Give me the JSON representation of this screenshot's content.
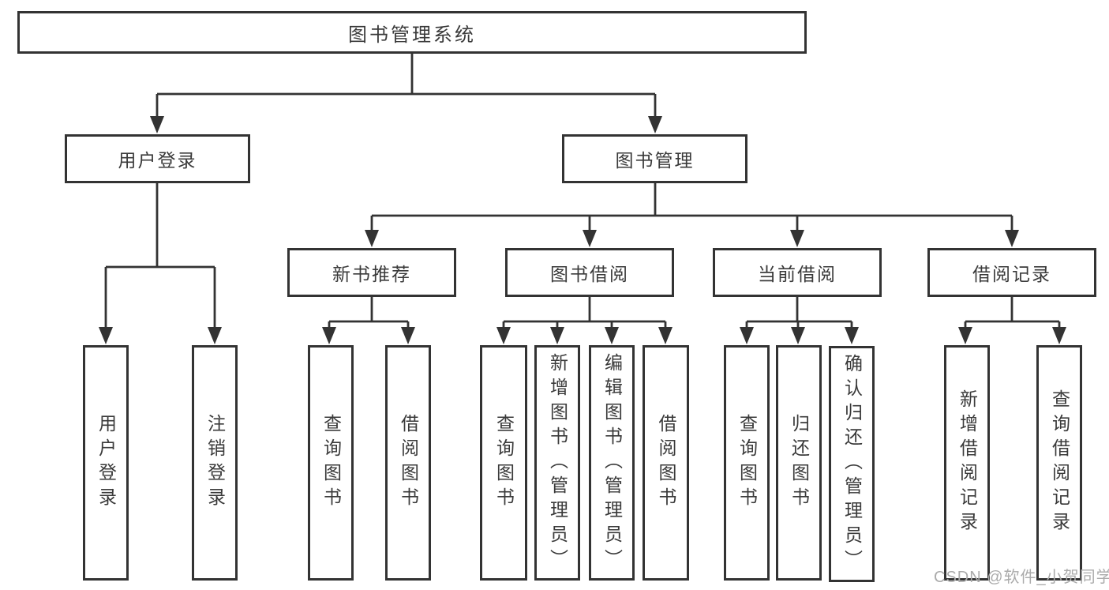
{
  "page": {
    "background": "#ffffff",
    "watermark": "CSDN @软件_小贺同学"
  },
  "colors": {
    "line": "#333333",
    "box_border": "#333333",
    "text": "#3a3a3a",
    "watermark": "#ababab"
  },
  "tree": {
    "label": "图书管理系统",
    "children": [
      {
        "label": "用户登录",
        "children": [
          {
            "label": "用户登录"
          },
          {
            "label": "注销登录"
          }
        ]
      },
      {
        "label": "图书管理",
        "children": [
          {
            "label": "新书推荐",
            "children": [
              {
                "label": "查询图书"
              },
              {
                "label": "借阅图书"
              }
            ]
          },
          {
            "label": "图书借阅",
            "children": [
              {
                "label": "查询图书"
              },
              {
                "label": "新增图书（管理员）"
              },
              {
                "label": "编辑图书（管理员）"
              },
              {
                "label": "借阅图书"
              }
            ]
          },
          {
            "label": "当前借阅",
            "children": [
              {
                "label": "查询图书"
              },
              {
                "label": "归还图书"
              },
              {
                "label": "确认归还（管理员）"
              }
            ]
          },
          {
            "label": "借阅记录",
            "children": [
              {
                "label": "新增借阅记录"
              },
              {
                "label": "查询借阅记录"
              }
            ]
          }
        ]
      }
    ]
  }
}
